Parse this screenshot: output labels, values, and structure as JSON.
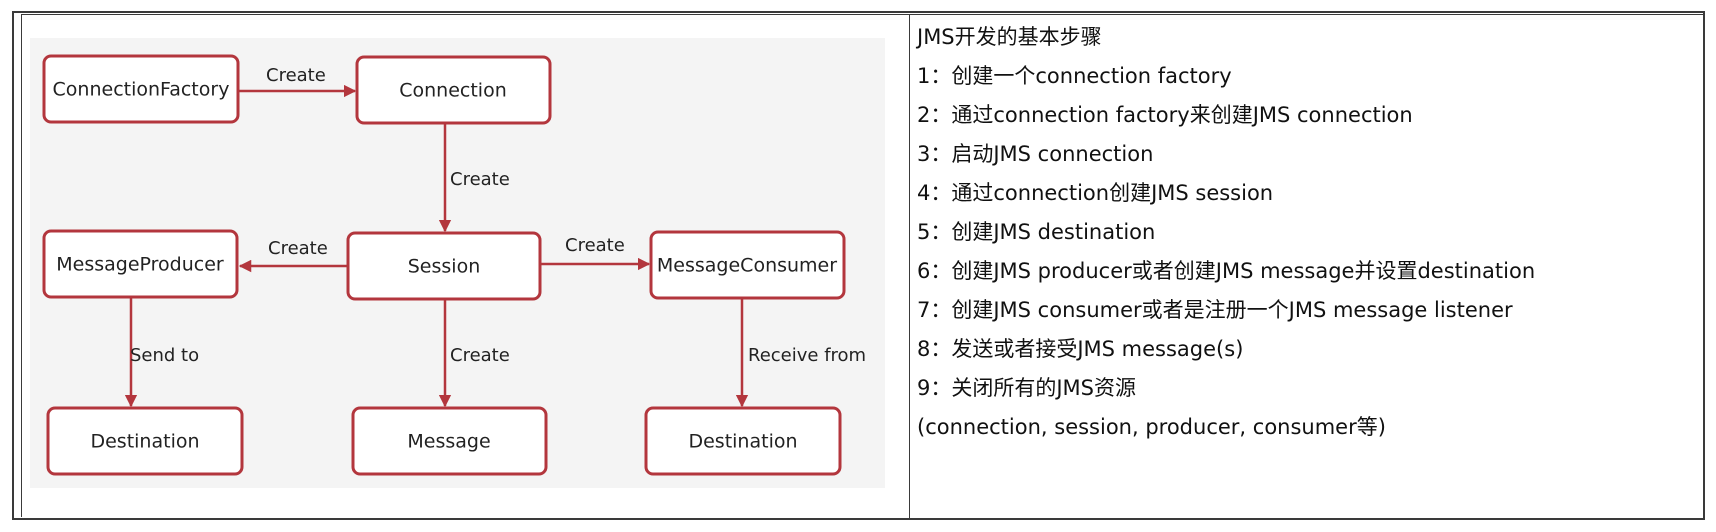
{
  "diagram": {
    "nodes": [
      {
        "id": "connection-factory",
        "label": "ConnectionFactory"
      },
      {
        "id": "connection",
        "label": "Connection"
      },
      {
        "id": "message-producer",
        "label": "MessageProducer"
      },
      {
        "id": "session",
        "label": "Session"
      },
      {
        "id": "message-consumer",
        "label": "MessageConsumer"
      },
      {
        "id": "destination-left",
        "label": "Destination"
      },
      {
        "id": "message",
        "label": "Message"
      },
      {
        "id": "destination-right",
        "label": "Destination"
      }
    ],
    "edges": [
      {
        "from": "connection-factory",
        "to": "connection",
        "label": "Create"
      },
      {
        "from": "connection",
        "to": "session",
        "label": "Create"
      },
      {
        "from": "session",
        "to": "message-producer",
        "label": "Create"
      },
      {
        "from": "session",
        "to": "message-consumer",
        "label": "Create"
      },
      {
        "from": "message-producer",
        "to": "destination-left",
        "label": "Send to"
      },
      {
        "from": "session",
        "to": "message",
        "label": "Create"
      },
      {
        "from": "message-consumer",
        "to": "destination-right",
        "label": "Receive from"
      }
    ]
  },
  "steps": {
    "title": "JMS开发的基本步骤",
    "items": [
      "1：创建一个connection factory",
      "2：通过connection factory来创建JMS connection",
      "3：启动JMS connection",
      "4：通过connection创建JMS session",
      "5：创建JMS destination",
      "6：创建JMS producer或者创建JMS message并设置destination",
      "7：创建JMS consumer或者是注册一个JMS message listener",
      "8：发送或者接受JMS message(s)",
      "9：关闭所有的JMS资源",
      "(connection, session, producer, consumer等)"
    ]
  },
  "colors": {
    "accent": "#b3363d",
    "border": "#3a3a3a",
    "diagram_background": "#f4f4f4"
  }
}
